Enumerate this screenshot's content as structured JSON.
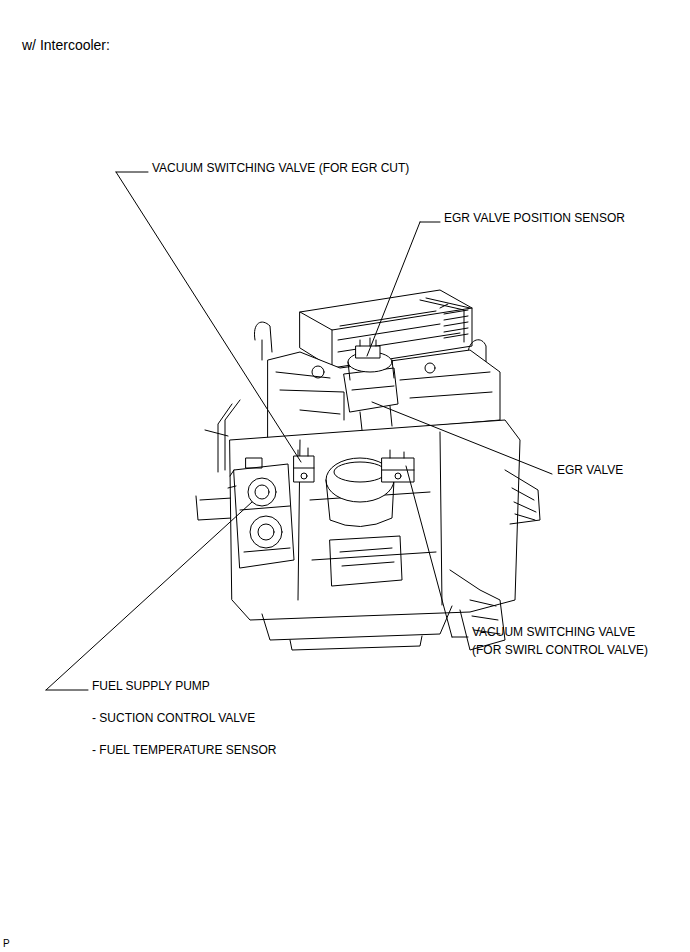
{
  "diagram": {
    "title": "w/ Intercooler:",
    "labels": [
      "VACUUM SWITCHING VALVE (FOR EGR CUT)",
      "EGR VALVE POSITION SENSOR",
      "EGR VALVE",
      "VACUUM SWITCHING VALVE (FOR SWIRL CONTROL VALVE)",
      "FUEL SUPPLY PUMP",
      "- SUCTION CONTROL VALVE",
      "- FUEL TEMPERATURE SENSOR",
      "P"
    ]
  }
}
